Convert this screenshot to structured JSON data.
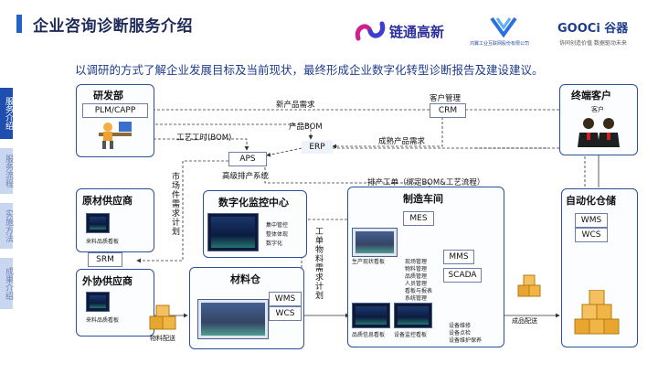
{
  "header": {
    "title": "企业咨询诊断服务介绍",
    "subtitle": "以调研的方式了解企业发展目标及当前现状，最终形成企业数字化转型诊断报告及建设建议。"
  },
  "logos": {
    "lianton": "链通高新",
    "middle_caption": "鸿翼工业互联网股份有限公司",
    "gooci_brand": "GOOCi 谷器",
    "gooci_slogan": "协同创造价值 数据驱动未来"
  },
  "side_tabs": [
    "服务介绍",
    "服务流程",
    "实施方法",
    "成果介绍"
  ],
  "boxes": {
    "rd": "研发部",
    "customer": "终端客户",
    "monitor": "数字化监控中心",
    "raw_supplier": "原材供应商",
    "outsource_supplier": "外协供应商",
    "warehouse": "材料仓",
    "workshop": "制造车间",
    "auto_storage": "自动化仓储"
  },
  "systems": {
    "plm": "PLM/CAPP",
    "crm": "CRM",
    "erp": "ERP",
    "aps": "APS",
    "mes": "MES",
    "srm": "SRM",
    "wms_warehouse": "WMS",
    "wcs_warehouse": "WCS",
    "mms": "MMS",
    "scada": "SCADA",
    "wms_auto": "WMS",
    "wcs_auto": "WCS"
  },
  "flow_labels": {
    "new_product_demand": "新产品需求",
    "customer_mgmt": "客户管理",
    "product_bom": "产品BOM",
    "process_time": "工艺工时(BOM)",
    "finished_demand": "成熟产品需求",
    "advanced_scheduling": "高级排产系统",
    "market_parts": "市场件需求计划",
    "work_order": "排产工单（绑定BOM&工艺流程）",
    "work_material": "工单物料需求计划",
    "material_delivery": "物料配送",
    "finished_delivery": "成品配送"
  },
  "small_labels": {
    "customer_person": "客户",
    "raw_board": "来料品质看板",
    "outsource_board": "来料品质看板",
    "prod_board": "生产现状看板",
    "quality_board": "品质信息看板",
    "device_board": "设备监控看板",
    "monitor_items": [
      "集中管控",
      "整体体现",
      "数字化"
    ],
    "mes_items": [
      "现场管理",
      "物料管理",
      "品质管理",
      "人员管理",
      "看板与报表",
      "系统管理"
    ],
    "device_items": [
      "设备维修",
      "设备点检",
      "设备维护保养"
    ]
  }
}
